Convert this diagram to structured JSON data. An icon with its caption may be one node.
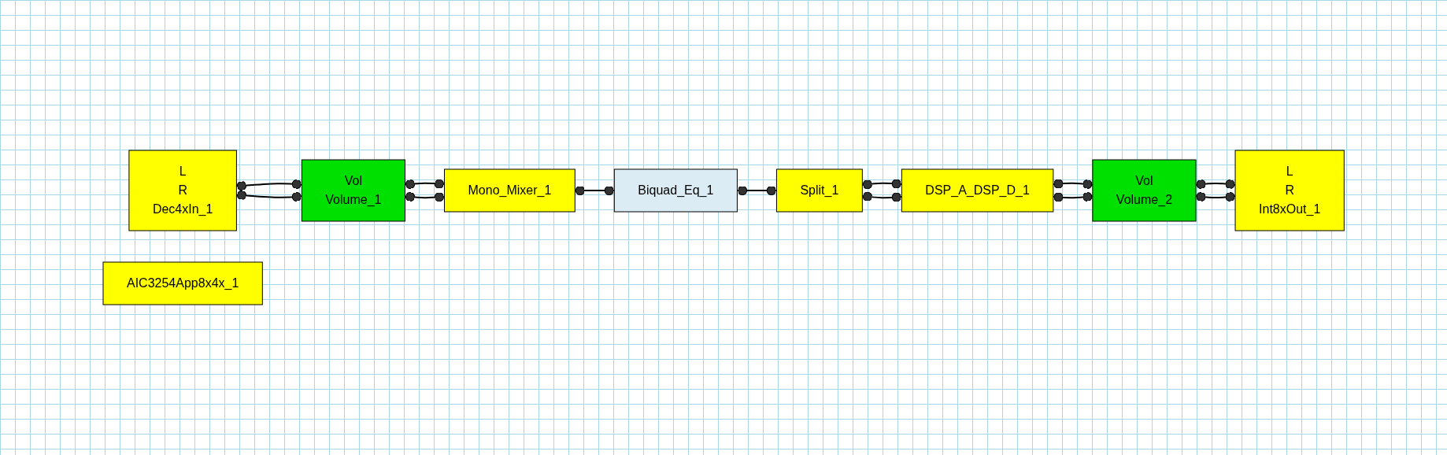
{
  "diagram": {
    "nodes": [
      {
        "text": [
          "L",
          "R",
          "Dec4xIn_1"
        ]
      },
      {
        "text": [
          "Vol",
          "Volume_1"
        ]
      },
      {
        "text": [
          "Mono_Mixer_1"
        ]
      },
      {
        "text": [
          "Biquad_Eq_1"
        ]
      },
      {
        "text": [
          "Split_1"
        ]
      },
      {
        "text": [
          "DSP_A_DSP_D_1"
        ]
      },
      {
        "text": [
          "Vol",
          "Volume_2"
        ]
      },
      {
        "text": [
          "L",
          "R",
          "Int8xOut_1"
        ]
      },
      {
        "text": [
          "AIC3254App8x4x_1"
        ]
      }
    ],
    "edges": [
      {
        "from": 0,
        "to": 1,
        "arrow": "other"
      },
      {
        "from": 0,
        "to": 1,
        "arrow": "other"
      },
      {
        "from": 1,
        "to": 2,
        "arrow": "other"
      },
      {
        "from": 1,
        "to": 2,
        "arrow": "other"
      },
      {
        "from": 2,
        "to": 3,
        "arrow": "other"
      },
      {
        "from": 3,
        "to": 4,
        "arrow": "other"
      },
      {
        "from": 4,
        "to": 5,
        "arrow": "other"
      },
      {
        "from": 4,
        "to": 5,
        "arrow": "other"
      },
      {
        "from": 5,
        "to": 6,
        "arrow": "other"
      },
      {
        "from": 5,
        "to": 6,
        "arrow": "other"
      },
      {
        "from": 6,
        "to": 7,
        "arrow": "other"
      },
      {
        "from": 6,
        "to": 7,
        "arrow": "other"
      }
    ]
  }
}
